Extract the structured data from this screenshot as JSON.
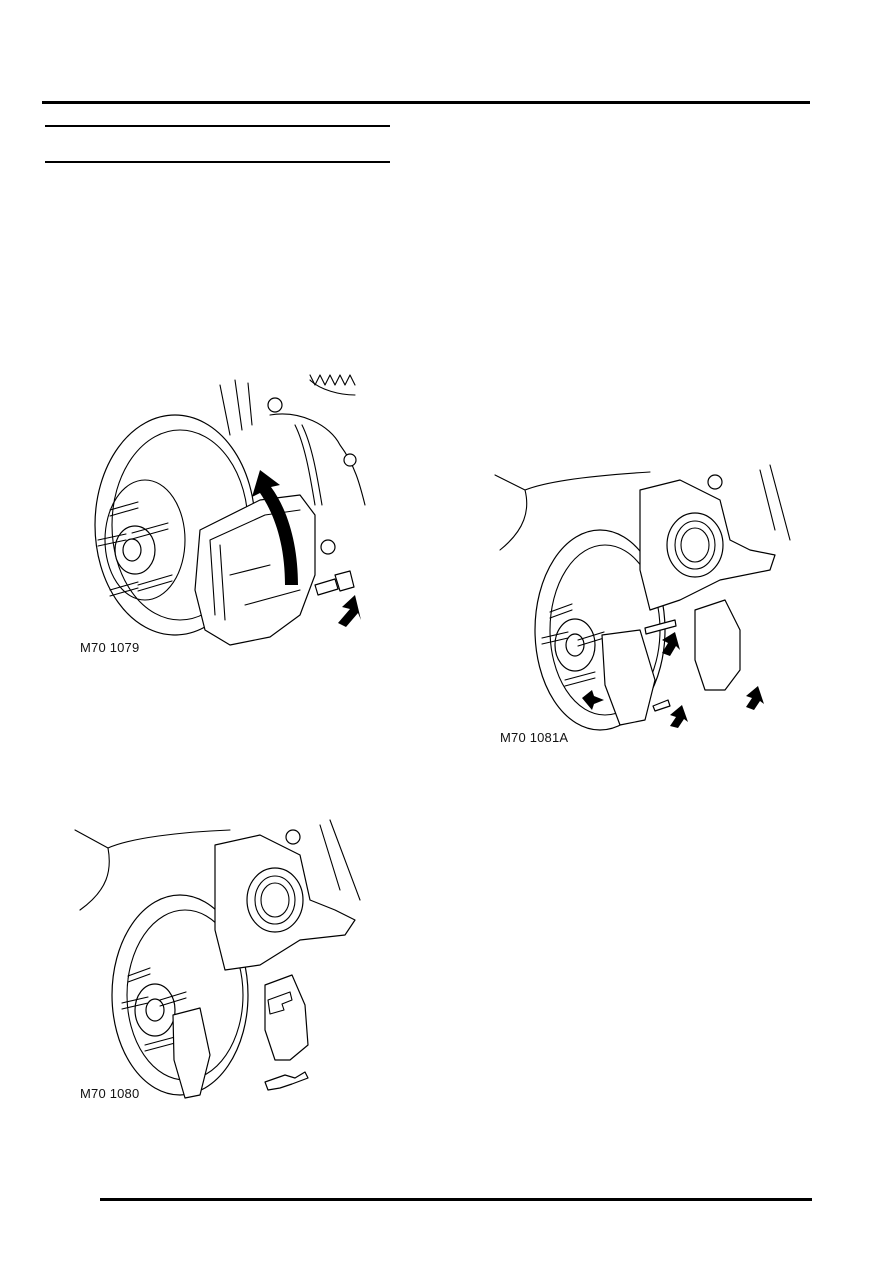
{
  "page": {
    "header_blank": true,
    "rules": {
      "top": "full-width",
      "section_upper": "left-column",
      "section_lower": "left-column",
      "bottom": "full-width"
    }
  },
  "figures": [
    {
      "id": "fig1",
      "caption": "M70 1079",
      "depicts": "brake disc with caliper being pivoted upward, guide pin bolt removed",
      "icons": [
        "curved-arrow-icon",
        "pointer-arrow-icon"
      ]
    },
    {
      "id": "fig2",
      "caption": "M70 1081A",
      "depicts": "brake pads and anti-rattle clips installed in caliper carrier",
      "icons": [
        "pointer-arrow-icon",
        "pointer-arrow-icon",
        "pointer-arrow-icon",
        "pointer-arrow-icon"
      ]
    },
    {
      "id": "fig3",
      "caption": "M70 1080",
      "depicts": "brake pads and retaining clip removed from caliper carrier",
      "icons": []
    }
  ],
  "colors": {
    "ink": "#000000",
    "paper": "#ffffff"
  }
}
